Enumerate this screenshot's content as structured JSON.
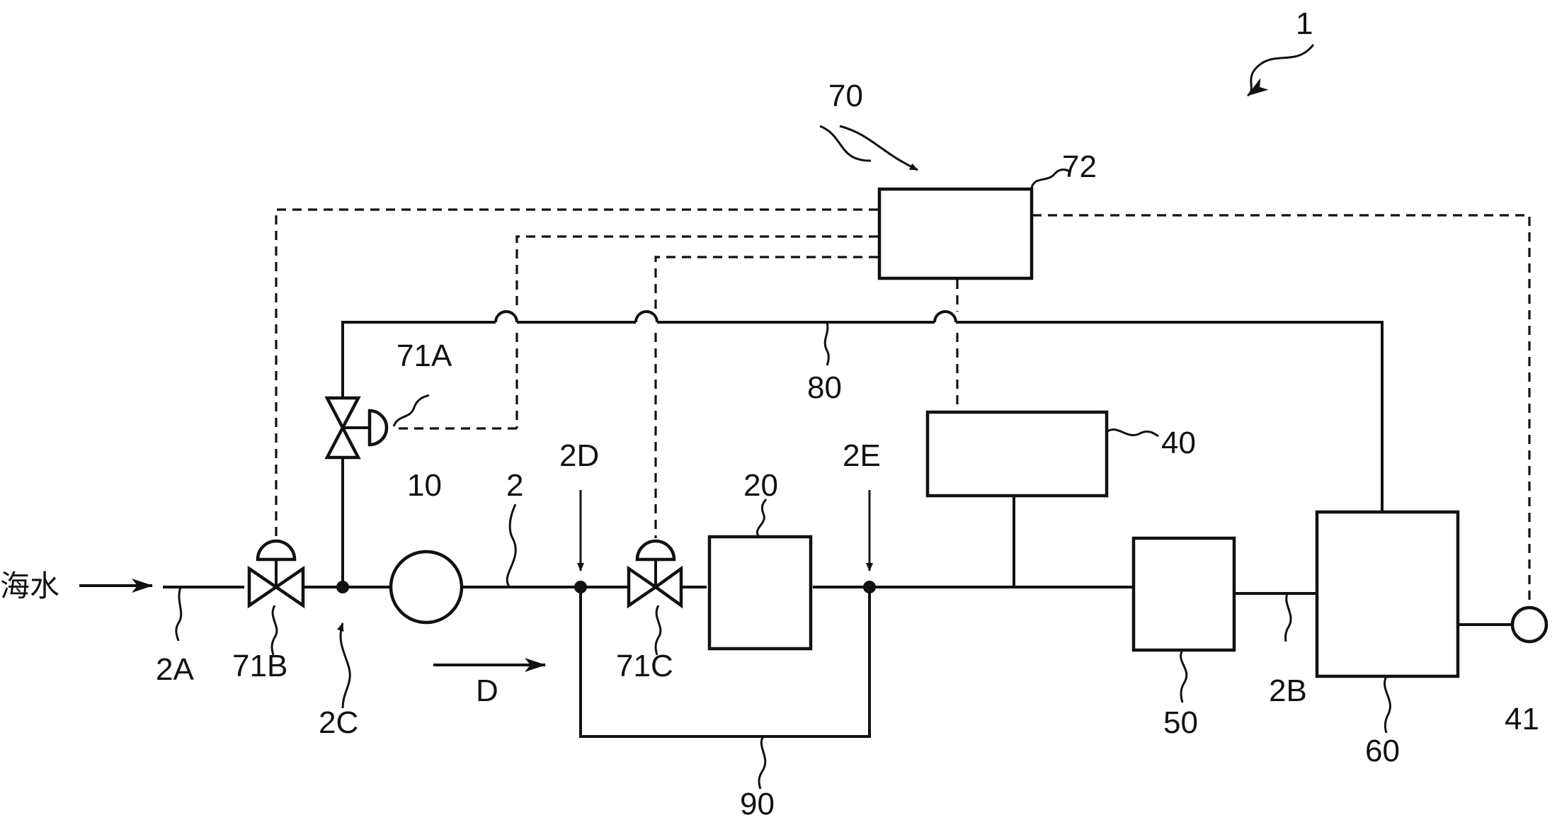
{
  "labels": {
    "system": "1",
    "controller_group": "70",
    "controller_box": "72",
    "valve_a": "71A",
    "valve_b": "71B",
    "valve_c": "71C",
    "bypass_line": "80",
    "bypass_line_2": "90",
    "pump": "10",
    "pipe": "2",
    "point_2a": "2A",
    "point_2b": "2B",
    "point_2c": "2C",
    "point_2d": "2D",
    "point_2e": "2E",
    "unit_20": "20",
    "unit_40": "40",
    "unit_50": "50",
    "unit_60": "60",
    "sensor_41": "41",
    "flow_direction": "D",
    "inlet": "海水"
  }
}
